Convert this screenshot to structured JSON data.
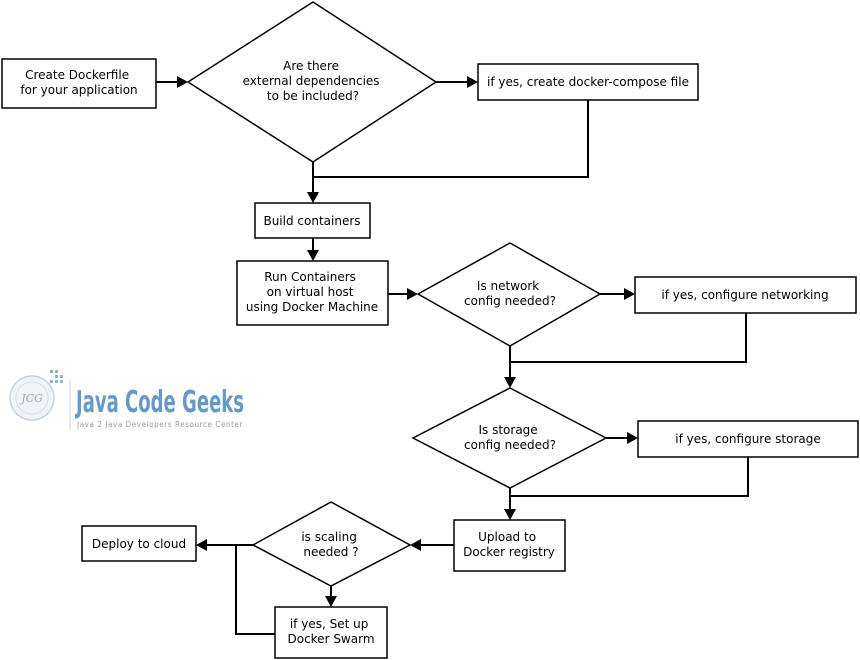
{
  "logo": {
    "initials": "JCG",
    "title": "Java Code Geeks",
    "tagline": "Java 2 Java Developers Resource Center"
  },
  "nodes": {
    "create_dockerfile": [
      "Create Dockerfile",
      "for your application"
    ],
    "external_deps": [
      "Are there",
      "external dependencies",
      "to be included?"
    ],
    "compose_file": [
      "if yes, create docker-compose file"
    ],
    "build_containers": [
      "Build containers"
    ],
    "run_containers": [
      "Run Containers",
      "on virtual host",
      "using Docker Machine"
    ],
    "network_needed": [
      "Is network",
      "config needed?"
    ],
    "configure_networking": [
      "if yes, configure networking"
    ],
    "storage_needed": [
      "Is storage",
      "config needed?"
    ],
    "configure_storage": [
      "if yes, configure storage"
    ],
    "upload_registry": [
      "Upload to",
      "Docker registry"
    ],
    "scaling_needed": [
      "is scaling",
      "needed ?"
    ],
    "deploy_cloud": [
      "Deploy to cloud"
    ],
    "docker_swarm": [
      "if yes, Set up",
      "Docker Swarm"
    ]
  }
}
